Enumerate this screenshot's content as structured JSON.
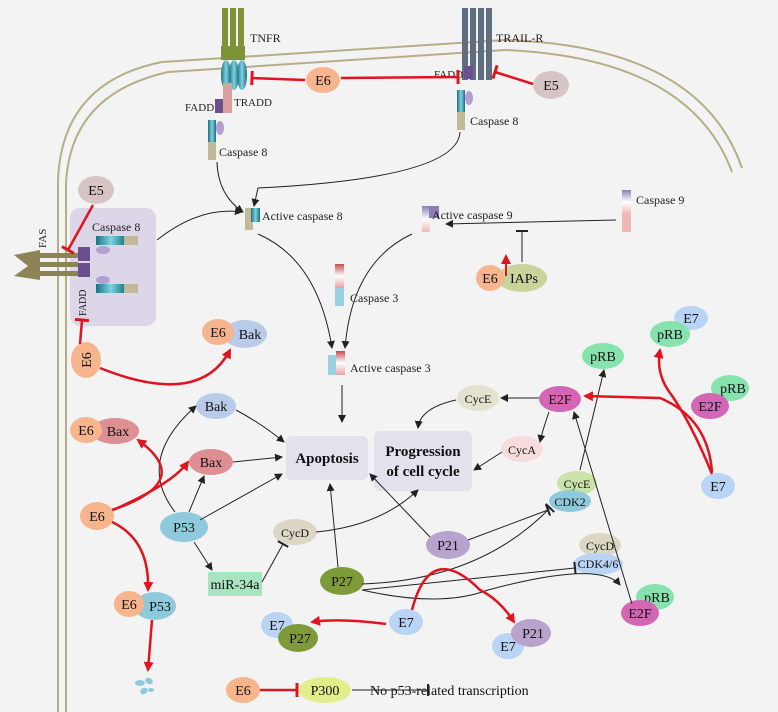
{
  "receptors": {
    "tnfr": "TNFR",
    "trail": "TRAIL-R",
    "fas": "FAS"
  },
  "adaptors": {
    "fadd": "FADD",
    "tradd": "TRADD"
  },
  "caspases": {
    "c8": "Caspase 8",
    "active8": "Active caspase 8",
    "c9": "Caspase 9",
    "active9": "Active caspase 9",
    "c3": "Caspase 3",
    "active3": "Active caspase 3"
  },
  "proteins": {
    "e5": "E5",
    "e6": "E6",
    "e7": "E7",
    "bak": "Bak",
    "bax": "Bax",
    "p53": "P53",
    "p21": "P21",
    "p27": "P27",
    "prb": "pRB",
    "e2f": "E2F",
    "cyce": "CycE",
    "cyca": "CycA",
    "cycd": "CycD",
    "cdk2": "CDK2",
    "cdk46": "CDK4/6",
    "iaps": "IAPs",
    "p300": "P300",
    "mir": "miR-34a"
  },
  "outcomes": {
    "apoptosis": "Apoptosis",
    "cc1": "Progression",
    "cc2": "of cell cycle",
    "notrans": "No p53-related transcription"
  }
}
